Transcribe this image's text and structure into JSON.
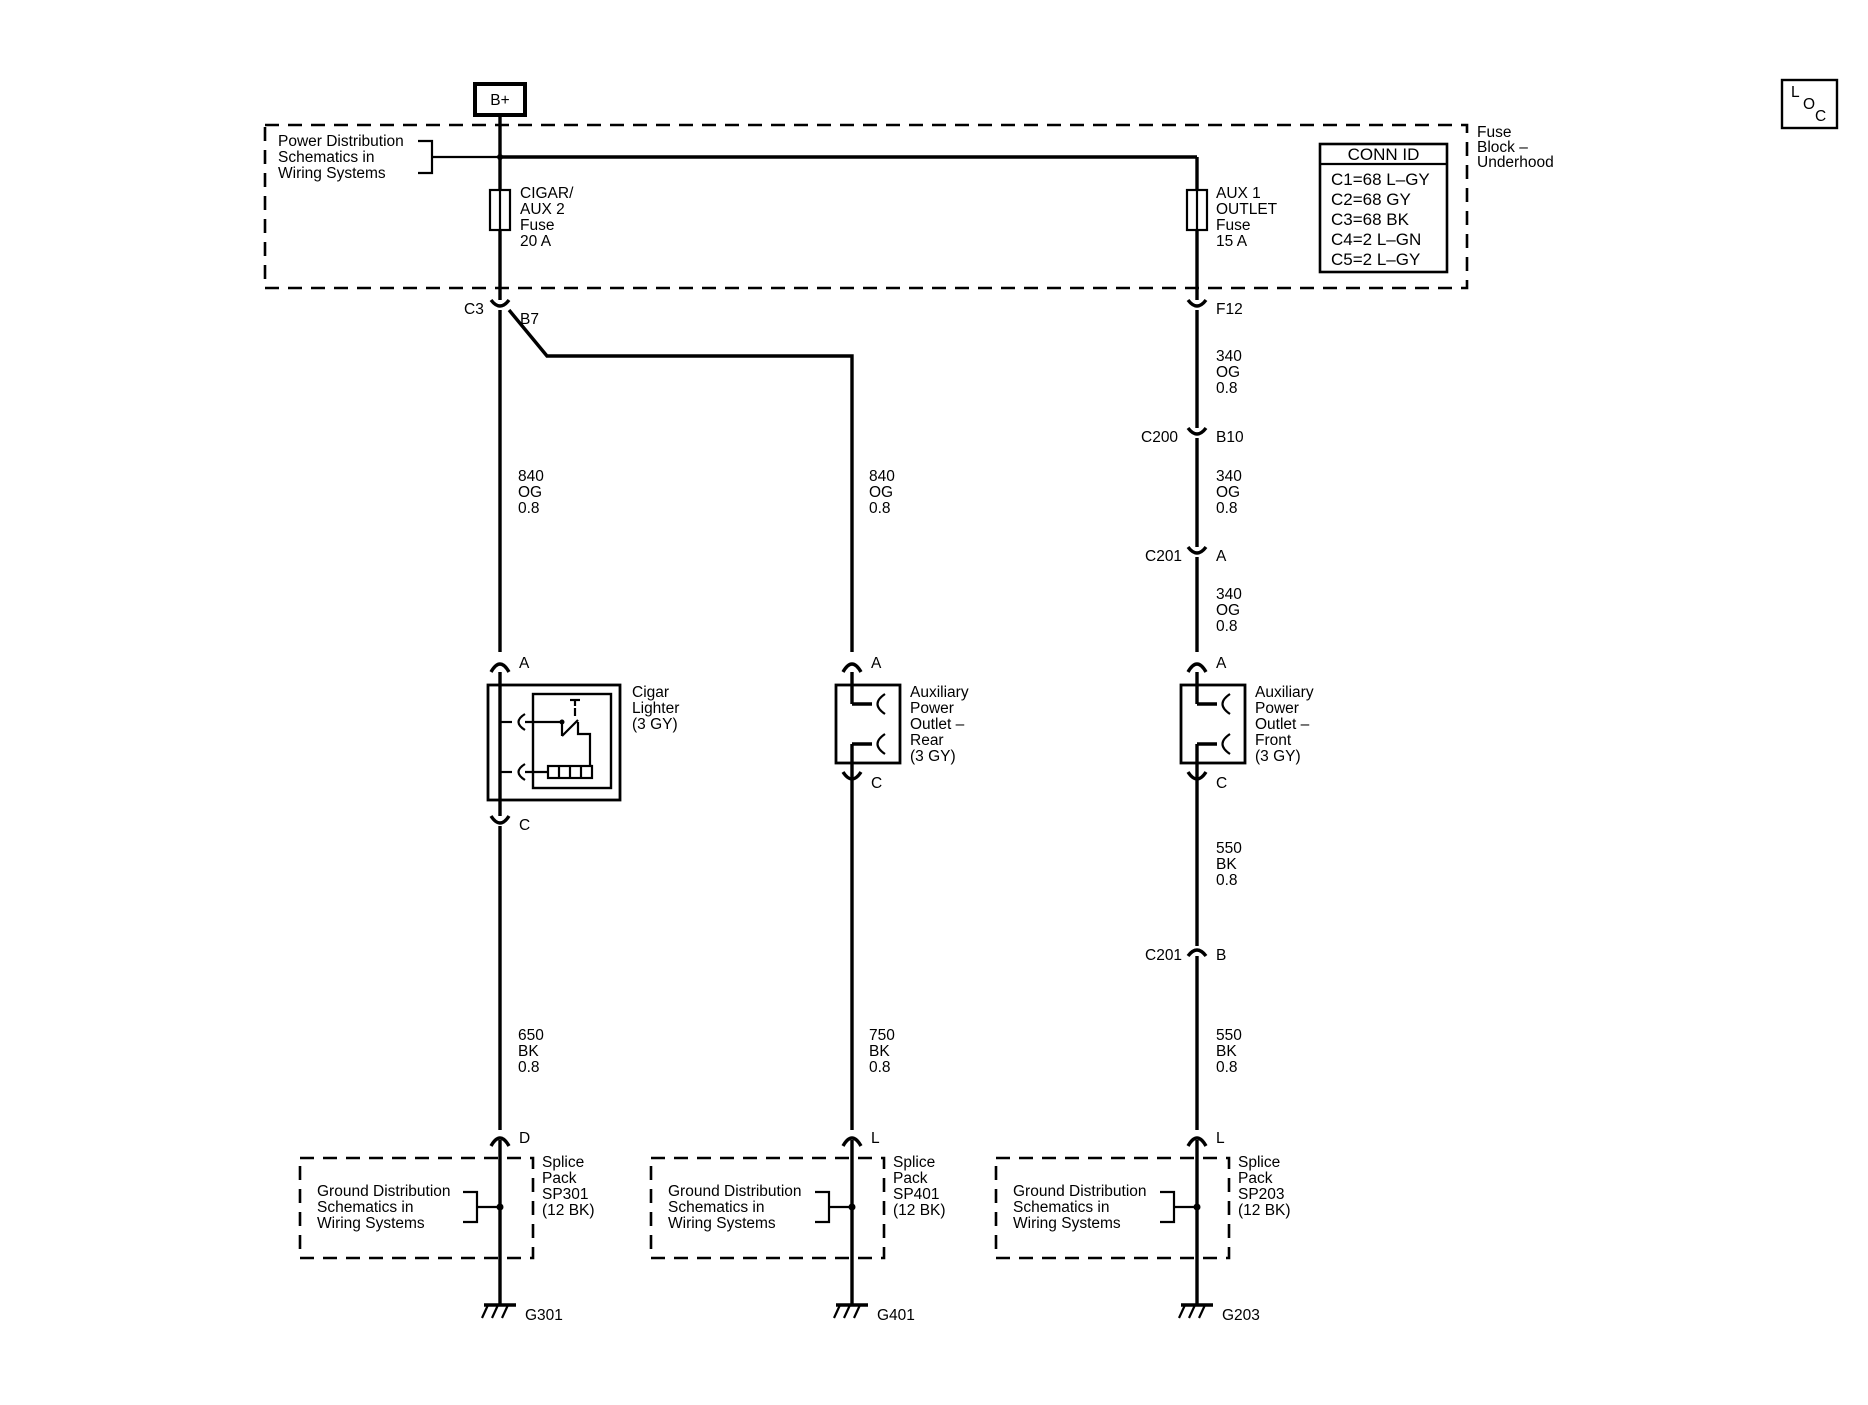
{
  "battery": "B+",
  "loc_symbol": {
    "l": "L",
    "o": "O",
    "c": "C"
  },
  "fuse_block": {
    "title": [
      "Fuse",
      "Block –",
      "Underhood"
    ],
    "power_ref": [
      "Power Distribution",
      "Schematics in",
      "Wiring Systems"
    ],
    "conn_id": {
      "header": "CONN ID",
      "rows": [
        "C1=68 L–GY",
        "C2=68 GY",
        "C3=68 BK",
        "C4=2 L–GN",
        "C5=2 L–GY"
      ]
    },
    "fuse_cigar": [
      "CIGAR/",
      "AUX 2",
      "Fuse",
      "20 A"
    ],
    "fuse_aux1": [
      "AUX 1",
      "OUTLET",
      "Fuse",
      "15 A"
    ]
  },
  "connectors": {
    "c3": "C3",
    "b7": "B7",
    "f12": "F12",
    "c200": "C200",
    "b10": "B10",
    "c201_top": "C201",
    "c201_top_pin": "A",
    "c201_bot": "C201",
    "c201_bot_pin": "B"
  },
  "wires": {
    "w840_left": [
      "840",
      "OG",
      "0.8"
    ],
    "w840_mid": [
      "840",
      "OG",
      "0.8"
    ],
    "w340_1": [
      "340",
      "OG",
      "0.8"
    ],
    "w340_2": [
      "340",
      "OG",
      "0.8"
    ],
    "w340_3": [
      "340",
      "OG",
      "0.8"
    ],
    "w650": [
      "650",
      "BK",
      "0.8"
    ],
    "w750": [
      "750",
      "BK",
      "0.8"
    ],
    "w550_1": [
      "550",
      "BK",
      "0.8"
    ],
    "w550_2": [
      "550",
      "BK",
      "0.8"
    ]
  },
  "components": {
    "cigar": {
      "label": [
        "Cigar",
        "Lighter",
        "(3 GY)"
      ],
      "pin_top": "A",
      "pin_bot": "C"
    },
    "aux_rear": {
      "label": [
        "Auxiliary",
        "Power",
        "Outlet –",
        "Rear",
        "(3 GY)"
      ],
      "pin_top": "A",
      "pin_bot": "C"
    },
    "aux_front": {
      "label": [
        "Auxiliary",
        "Power",
        "Outlet –",
        "Front",
        "(3 GY)"
      ],
      "pin_top": "A",
      "pin_bot": "C"
    }
  },
  "splices": [
    {
      "pin": "D",
      "label": [
        "Splice",
        "Pack",
        "SP301",
        "(12 BK)"
      ],
      "ref": [
        "Ground Distribution",
        "Schematics in",
        "Wiring Systems"
      ],
      "ground": "G301"
    },
    {
      "pin": "L",
      "label": [
        "Splice",
        "Pack",
        "SP401",
        "(12 BK)"
      ],
      "ref": [
        "Ground Distribution",
        "Schematics in",
        "Wiring Systems"
      ],
      "ground": "G401"
    },
    {
      "pin": "L",
      "label": [
        "Splice",
        "Pack",
        "SP203",
        "(12 BK)"
      ],
      "ref": [
        "Ground Distribution",
        "Schematics in",
        "Wiring Systems"
      ],
      "ground": "G203"
    }
  ]
}
